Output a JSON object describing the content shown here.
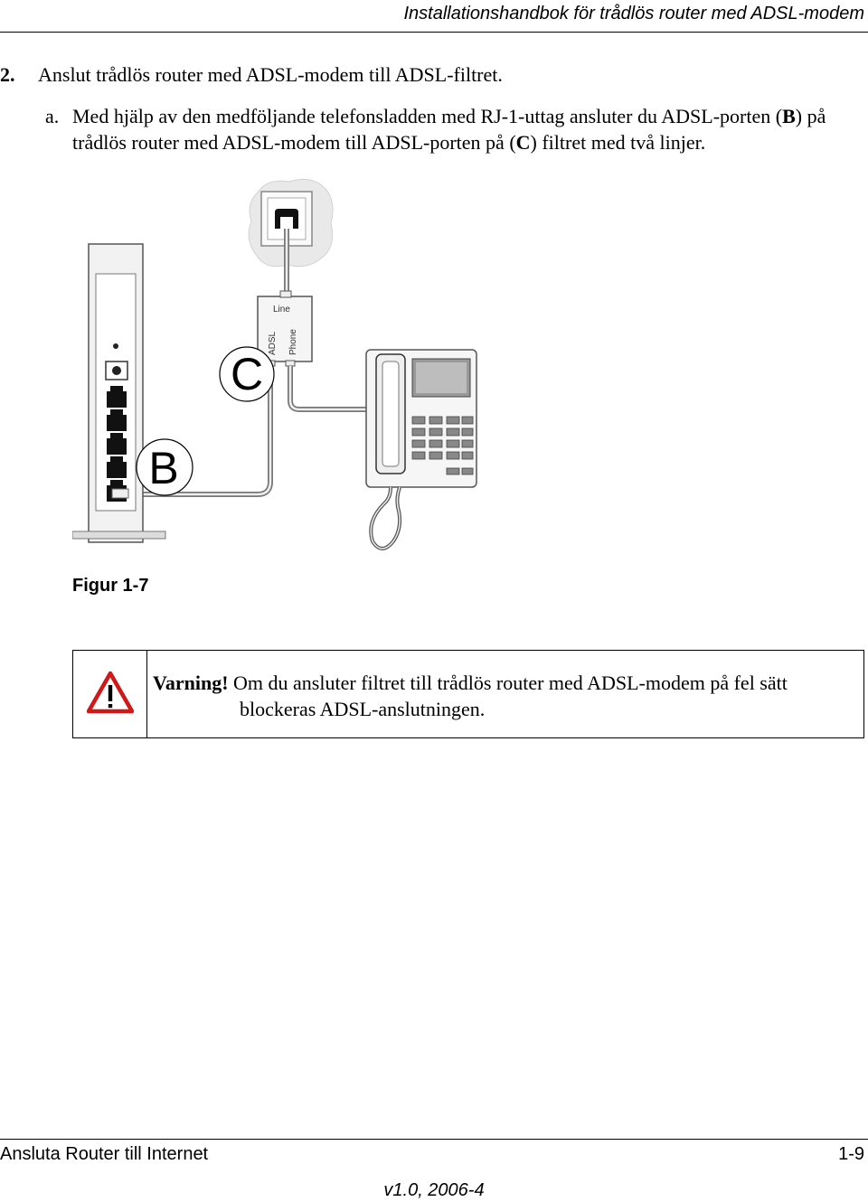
{
  "header": {
    "title": "Installationshandbok för trådlös router med ADSL-modem"
  },
  "step": {
    "number": "2.",
    "text": "Anslut trådlös router med ADSL-modem till ADSL-filtret."
  },
  "substep": {
    "letter": "a.",
    "part1": "Med hjälp av den medföljande telefonsladden med RJ-1-uttag ansluter du ADSL-porten (",
    "b_label": "B",
    "part2": ") på trådlös router med ADSL-modem till ADSL-porten på (",
    "c_label": "C",
    "part3": ") filtret med två linjer."
  },
  "figure": {
    "callout_b": "B",
    "callout_c": "C",
    "filter_line": "Line",
    "filter_adsl": "ADSL",
    "filter_phone": "Phone",
    "caption": "Figur 1-7"
  },
  "warning": {
    "icon": "warning-triangle-icon",
    "label": "Varning!",
    "line1": "Om du ansluter filtret till trådlös router med ADSL-modem på fel sätt",
    "line2": "blockeras ADSL-anslutningen."
  },
  "footer": {
    "left": "Ansluta Router till Internet",
    "right": "1-9",
    "center": "v1.0, 2006-4"
  }
}
